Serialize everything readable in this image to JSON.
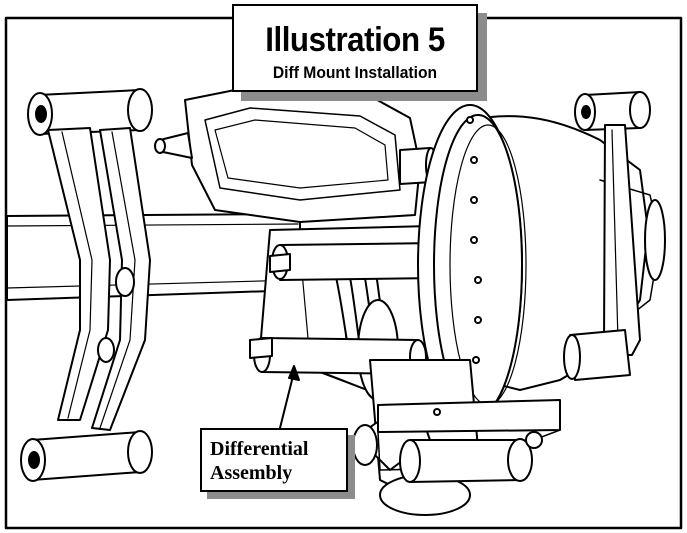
{
  "title": {
    "main": "Illustration 5",
    "sub": "Diff Mount Installation"
  },
  "callout": {
    "line1": "Differential",
    "line2": "Assembly"
  },
  "colors": {
    "ink": "#000000",
    "shadow": "#8c8c8c",
    "paper": "#ffffff"
  }
}
